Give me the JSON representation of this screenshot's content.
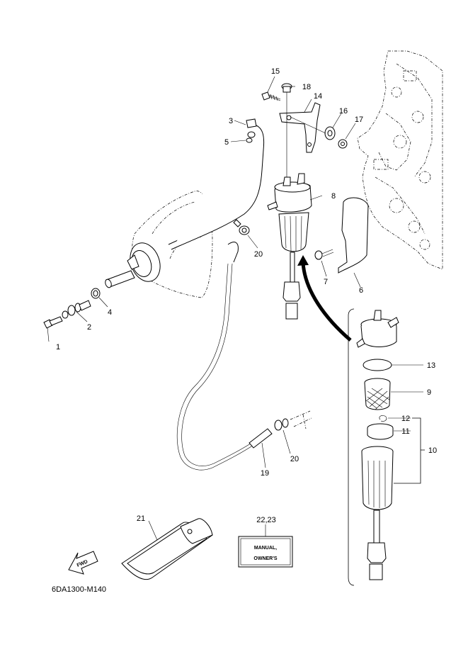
{
  "diagram_code": "6DA1300-M140",
  "fwd_label": "FWD",
  "manual_label": {
    "line1": "MANUAL,",
    "line2": "OWNER'S"
  },
  "callouts": [
    "1",
    "2",
    "3",
    "4",
    "5",
    "6",
    "7",
    "8",
    "9",
    "10",
    "11",
    "12",
    "13",
    "14",
    "15",
    "16",
    "17",
    "18",
    "19",
    "20",
    "20",
    "21",
    "22,23"
  ]
}
